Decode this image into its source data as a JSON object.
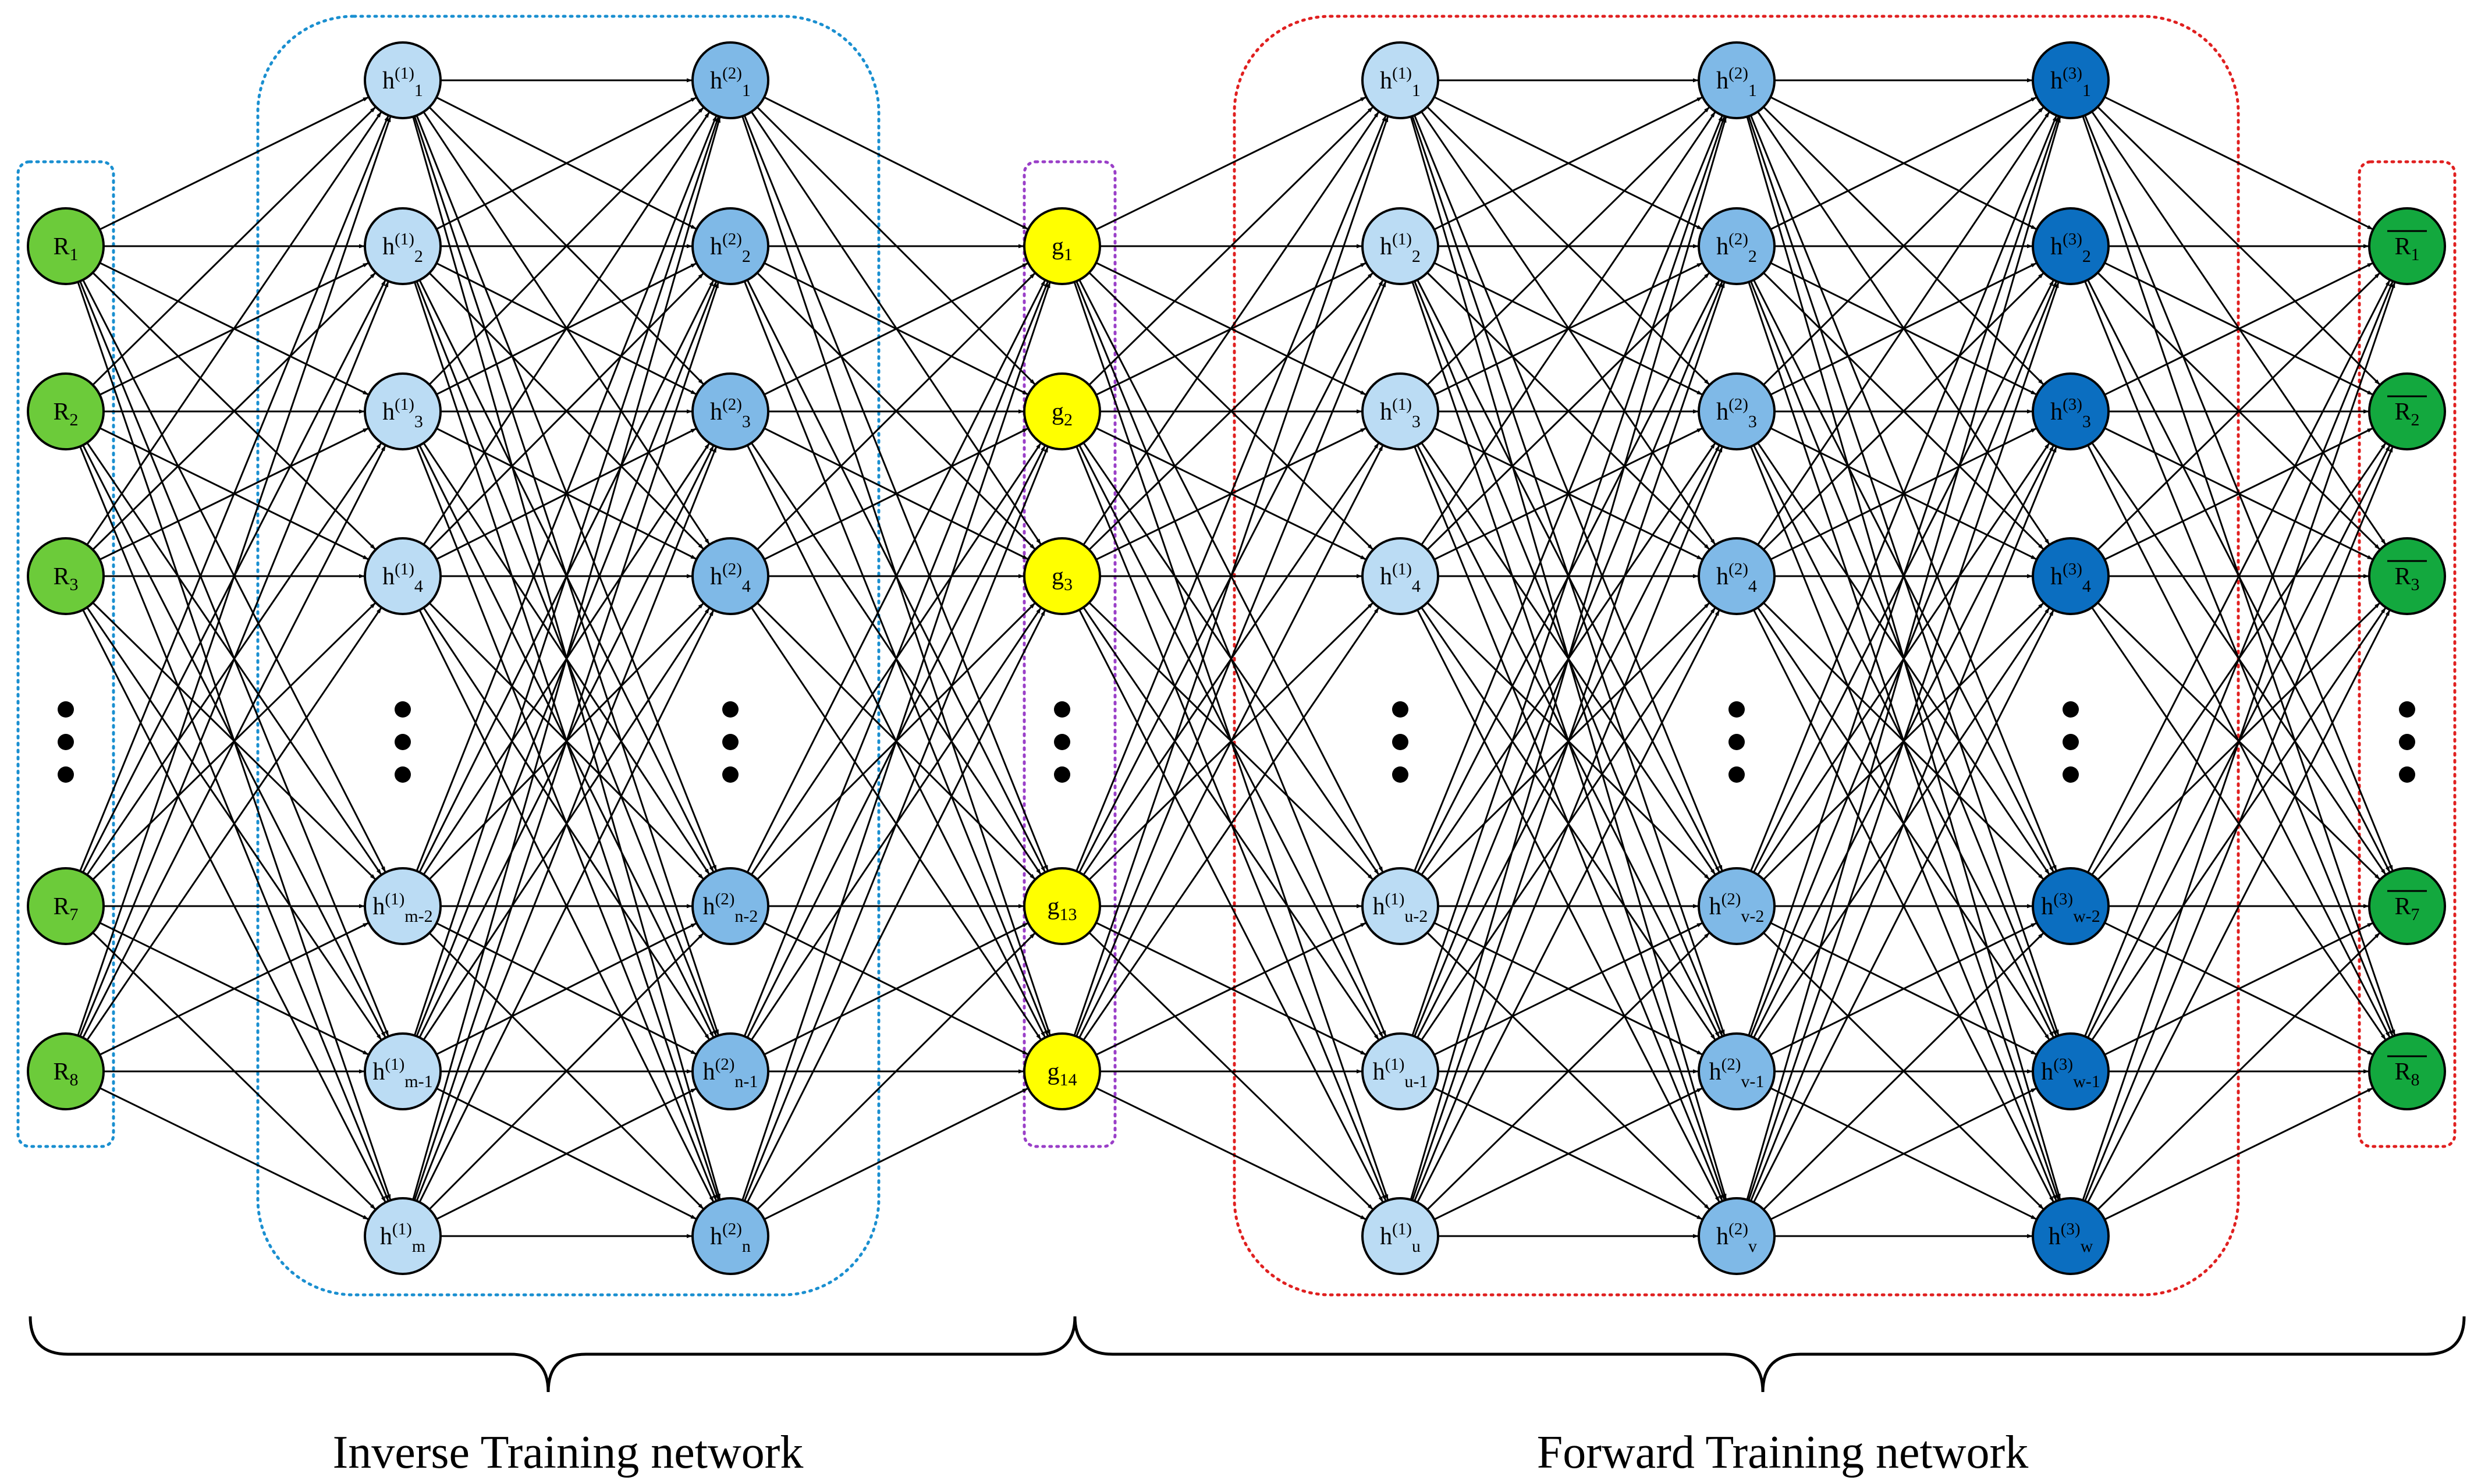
{
  "labels": {
    "inverse": "Inverse Training network",
    "forward": "Forward Training network"
  },
  "colors": {
    "input": "#6ccb3a",
    "hidden_light": "#bbdcf4",
    "hidden_mid": "#7fb9e7",
    "hidden_dark": "#0b6ec0",
    "latent": "#ffff00",
    "output": "#13a83e",
    "blue_box": "#1a8fd0",
    "purple_box": "#9a3fc8",
    "red_box": "#e02020"
  },
  "columns": [
    {
      "id": "input",
      "color_key": "input",
      "nodes": [
        {
          "base": "R",
          "sub": "1"
        },
        {
          "base": "R",
          "sub": "2"
        },
        {
          "base": "R",
          "sub": "3"
        },
        {
          "base": "R",
          "sub": "7"
        },
        {
          "base": "R",
          "sub": "8"
        }
      ]
    },
    {
      "id": "inv-h1",
      "color_key": "hidden_light",
      "nodes": [
        {
          "base": "h",
          "sup": "(1)",
          "sub": "1"
        },
        {
          "base": "h",
          "sup": "(1)",
          "sub": "2"
        },
        {
          "base": "h",
          "sup": "(1)",
          "sub": "3"
        },
        {
          "base": "h",
          "sup": "(1)",
          "sub": "4"
        },
        {
          "base": "h",
          "sup": "(1)",
          "sub": "m-2"
        },
        {
          "base": "h",
          "sup": "(1)",
          "sub": "m-1"
        },
        {
          "base": "h",
          "sup": "(1)",
          "sub": "m"
        }
      ]
    },
    {
      "id": "inv-h2",
      "color_key": "hidden_mid",
      "nodes": [
        {
          "base": "h",
          "sup": "(2)",
          "sub": "1"
        },
        {
          "base": "h",
          "sup": "(2)",
          "sub": "2"
        },
        {
          "base": "h",
          "sup": "(2)",
          "sub": "3"
        },
        {
          "base": "h",
          "sup": "(2)",
          "sub": "4"
        },
        {
          "base": "h",
          "sup": "(2)",
          "sub": "n-2"
        },
        {
          "base": "h",
          "sup": "(2)",
          "sub": "n-1"
        },
        {
          "base": "h",
          "sup": "(2)",
          "sub": "n"
        }
      ]
    },
    {
      "id": "latent",
      "color_key": "latent",
      "nodes": [
        {
          "base": "g",
          "sub": "1"
        },
        {
          "base": "g",
          "sub": "2"
        },
        {
          "base": "g",
          "sub": "3"
        },
        {
          "base": "g",
          "sub": "13"
        },
        {
          "base": "g",
          "sub": "14"
        }
      ]
    },
    {
      "id": "fwd-h1",
      "color_key": "hidden_light",
      "nodes": [
        {
          "base": "h",
          "sup": "(1)",
          "sub": "1"
        },
        {
          "base": "h",
          "sup": "(1)",
          "sub": "2"
        },
        {
          "base": "h",
          "sup": "(1)",
          "sub": "3"
        },
        {
          "base": "h",
          "sup": "(1)",
          "sub": "4"
        },
        {
          "base": "h",
          "sup": "(1)",
          "sub": "u-2"
        },
        {
          "base": "h",
          "sup": "(1)",
          "sub": "u-1"
        },
        {
          "base": "h",
          "sup": "(1)",
          "sub": "u"
        }
      ]
    },
    {
      "id": "fwd-h2",
      "color_key": "hidden_mid",
      "nodes": [
        {
          "base": "h",
          "sup": "(2)",
          "sub": "1"
        },
        {
          "base": "h",
          "sup": "(2)",
          "sub": "2"
        },
        {
          "base": "h",
          "sup": "(2)",
          "sub": "3"
        },
        {
          "base": "h",
          "sup": "(2)",
          "sub": "4"
        },
        {
          "base": "h",
          "sup": "(2)",
          "sub": "v-2"
        },
        {
          "base": "h",
          "sup": "(2)",
          "sub": "v-1"
        },
        {
          "base": "h",
          "sup": "(2)",
          "sub": "v"
        }
      ]
    },
    {
      "id": "fwd-h3",
      "color_key": "hidden_dark",
      "nodes": [
        {
          "base": "h",
          "sup": "(3)",
          "sub": "1"
        },
        {
          "base": "h",
          "sup": "(3)",
          "sub": "2"
        },
        {
          "base": "h",
          "sup": "(3)",
          "sub": "3"
        },
        {
          "base": "h",
          "sup": "(3)",
          "sub": "4"
        },
        {
          "base": "h",
          "sup": "(3)",
          "sub": "w-2"
        },
        {
          "base": "h",
          "sup": "(3)",
          "sub": "w-1"
        },
        {
          "base": "h",
          "sup": "(3)",
          "sub": "w"
        }
      ]
    },
    {
      "id": "output",
      "color_key": "output",
      "nodes": [
        {
          "base": "R",
          "sub": "1",
          "overline": true
        },
        {
          "base": "R",
          "sub": "2",
          "overline": true
        },
        {
          "base": "R",
          "sub": "3",
          "overline": true
        },
        {
          "base": "R",
          "sub": "7",
          "overline": true
        },
        {
          "base": "R",
          "sub": "8",
          "overline": true
        }
      ]
    }
  ]
}
